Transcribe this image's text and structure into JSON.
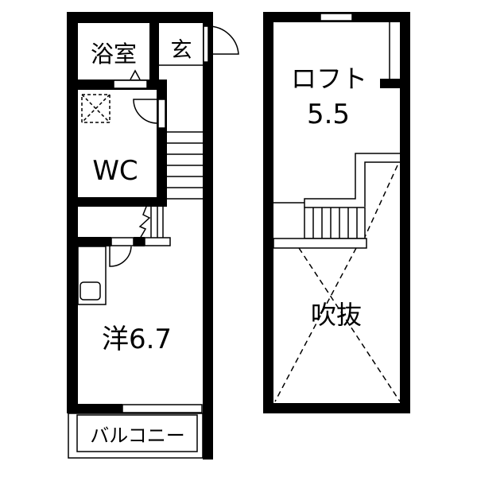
{
  "floorplan": {
    "rooms": {
      "bath": "浴室",
      "entrance": "玄",
      "wc": "WC",
      "western_room_label": "洋6.7",
      "balcony": "バルコニー",
      "loft_label": "ロフト",
      "loft_size": "5.5",
      "void": "吹抜"
    },
    "colors": {
      "wall": "#000000",
      "background": "#ffffff"
    }
  }
}
